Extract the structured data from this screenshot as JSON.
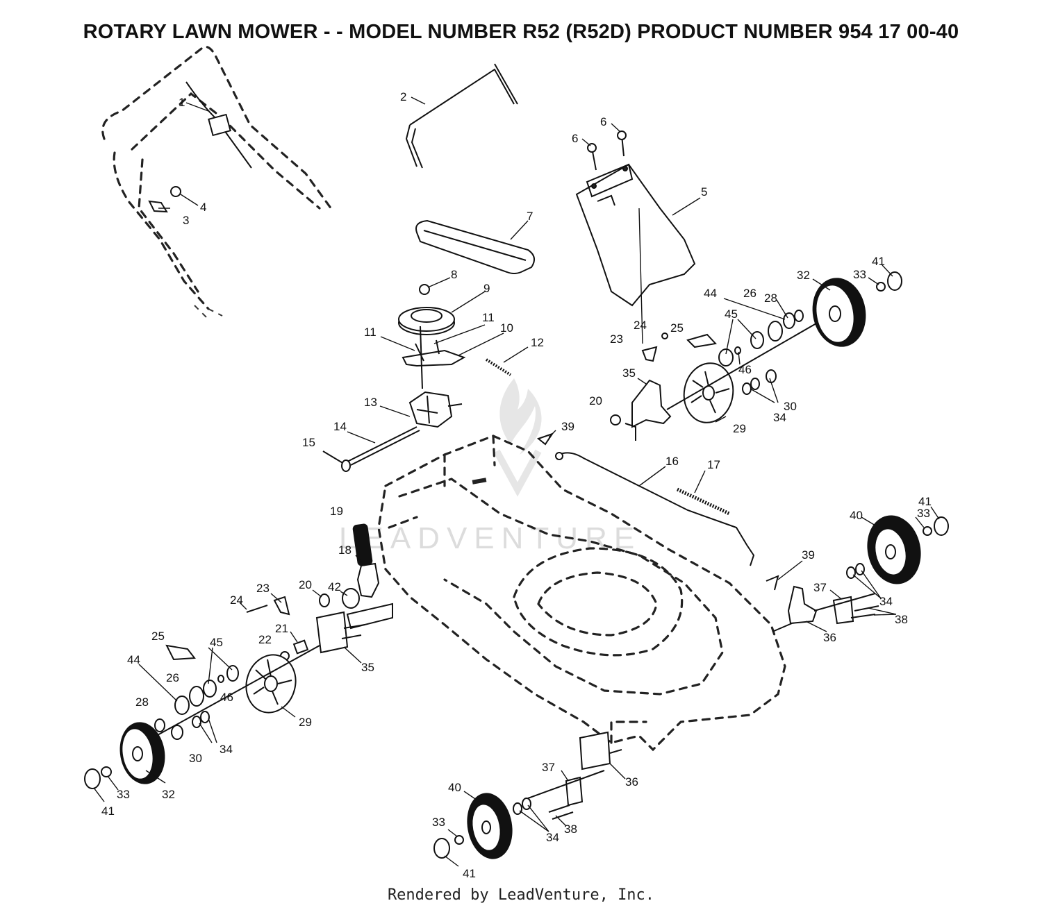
{
  "title": "ROTARY LAWN MOWER - - MODEL NUMBER R52 (R52D) PRODUCT NUMBER 954 17 00-40",
  "footer": "Rendered by LeadVenture, Inc.",
  "watermark": "LEADVENTURE",
  "callouts": [
    {
      "id": "c1",
      "text": "1"
    },
    {
      "id": "c2",
      "text": "2"
    },
    {
      "id": "c3",
      "text": "3"
    },
    {
      "id": "c4",
      "text": "4"
    },
    {
      "id": "c5",
      "text": "5"
    },
    {
      "id": "c6a",
      "text": "6"
    },
    {
      "id": "c6b",
      "text": "6"
    },
    {
      "id": "c7",
      "text": "7"
    },
    {
      "id": "c8",
      "text": "8"
    },
    {
      "id": "c9",
      "text": "9"
    },
    {
      "id": "c10",
      "text": "10"
    },
    {
      "id": "c11a",
      "text": "11"
    },
    {
      "id": "c11b",
      "text": "11"
    },
    {
      "id": "c12",
      "text": "12"
    },
    {
      "id": "c13",
      "text": "13"
    },
    {
      "id": "c14",
      "text": "14"
    },
    {
      "id": "c15",
      "text": "15"
    },
    {
      "id": "c16",
      "text": "16"
    },
    {
      "id": "c17",
      "text": "17"
    },
    {
      "id": "c18",
      "text": "18"
    },
    {
      "id": "c19",
      "text": "19"
    },
    {
      "id": "c20a",
      "text": "20"
    },
    {
      "id": "c20b",
      "text": "20"
    },
    {
      "id": "c21",
      "text": "21"
    },
    {
      "id": "c22",
      "text": "22"
    },
    {
      "id": "c23a",
      "text": "23"
    },
    {
      "id": "c23b",
      "text": "23"
    },
    {
      "id": "c24a",
      "text": "24"
    },
    {
      "id": "c24b",
      "text": "24"
    },
    {
      "id": "c25a",
      "text": "25"
    },
    {
      "id": "c25b",
      "text": "25"
    },
    {
      "id": "c26a",
      "text": "26"
    },
    {
      "id": "c26b",
      "text": "26"
    },
    {
      "id": "c28a",
      "text": "28"
    },
    {
      "id": "c28b",
      "text": "28"
    },
    {
      "id": "c29a",
      "text": "29"
    },
    {
      "id": "c29b",
      "text": "29"
    },
    {
      "id": "c30a",
      "text": "30"
    },
    {
      "id": "c30b",
      "text": "30"
    },
    {
      "id": "c32a",
      "text": "32"
    },
    {
      "id": "c32b",
      "text": "32"
    },
    {
      "id": "c33a",
      "text": "33"
    },
    {
      "id": "c33b",
      "text": "33"
    },
    {
      "id": "c33c",
      "text": "33"
    },
    {
      "id": "c33d",
      "text": "33"
    },
    {
      "id": "c34a",
      "text": "34"
    },
    {
      "id": "c34b",
      "text": "34"
    },
    {
      "id": "c34c",
      "text": "34"
    },
    {
      "id": "c34d",
      "text": "34"
    },
    {
      "id": "c35a",
      "text": "35"
    },
    {
      "id": "c35b",
      "text": "35"
    },
    {
      "id": "c36a",
      "text": "36"
    },
    {
      "id": "c36b",
      "text": "36"
    },
    {
      "id": "c37a",
      "text": "37"
    },
    {
      "id": "c37b",
      "text": "37"
    },
    {
      "id": "c38a",
      "text": "38"
    },
    {
      "id": "c38b",
      "text": "38"
    },
    {
      "id": "c39a",
      "text": "39"
    },
    {
      "id": "c39b",
      "text": "39"
    },
    {
      "id": "c40a",
      "text": "40"
    },
    {
      "id": "c40b",
      "text": "40"
    },
    {
      "id": "c41a",
      "text": "41"
    },
    {
      "id": "c41b",
      "text": "41"
    },
    {
      "id": "c41c",
      "text": "41"
    },
    {
      "id": "c41d",
      "text": "41"
    },
    {
      "id": "c42",
      "text": "42"
    },
    {
      "id": "c44a",
      "text": "44"
    },
    {
      "id": "c44b",
      "text": "44"
    },
    {
      "id": "c45a",
      "text": "45"
    },
    {
      "id": "c45b",
      "text": "45"
    },
    {
      "id": "c46a",
      "text": "46"
    },
    {
      "id": "c46b",
      "text": "46"
    }
  ]
}
